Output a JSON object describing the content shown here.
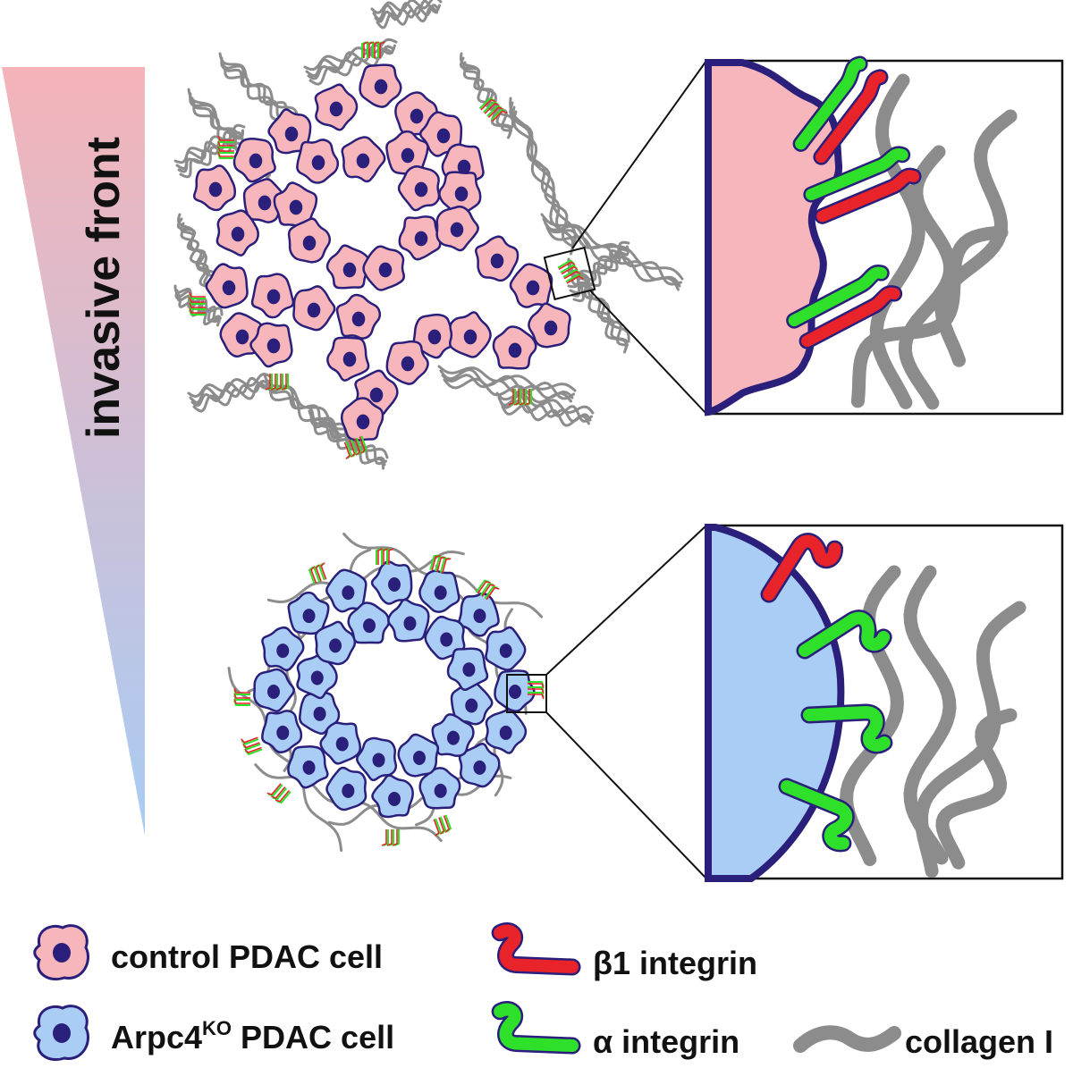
{
  "gradient": {
    "label": "invasive front",
    "color_top": "#f4b3b8",
    "color_bottom": "#a9ccf4"
  },
  "colors": {
    "control_cell": "#f7b6bb",
    "ko_cell": "#a9cdf4",
    "cell_outline": "#2a1f7a",
    "nucleus": "#2a1f7a",
    "beta1_integrin": "#e8232a",
    "alpha_integrin": "#2fe02a",
    "collagen": "#8c8c8c"
  },
  "legend": {
    "control_label": "control PDAC cell",
    "ko_label_main": "Arpc4",
    "ko_label_sup": "KO",
    "ko_label_rest": " PDAC cell",
    "beta1_label": "β1 integrin",
    "alpha_label": "α integrin",
    "collagen_label": "collagen I"
  }
}
